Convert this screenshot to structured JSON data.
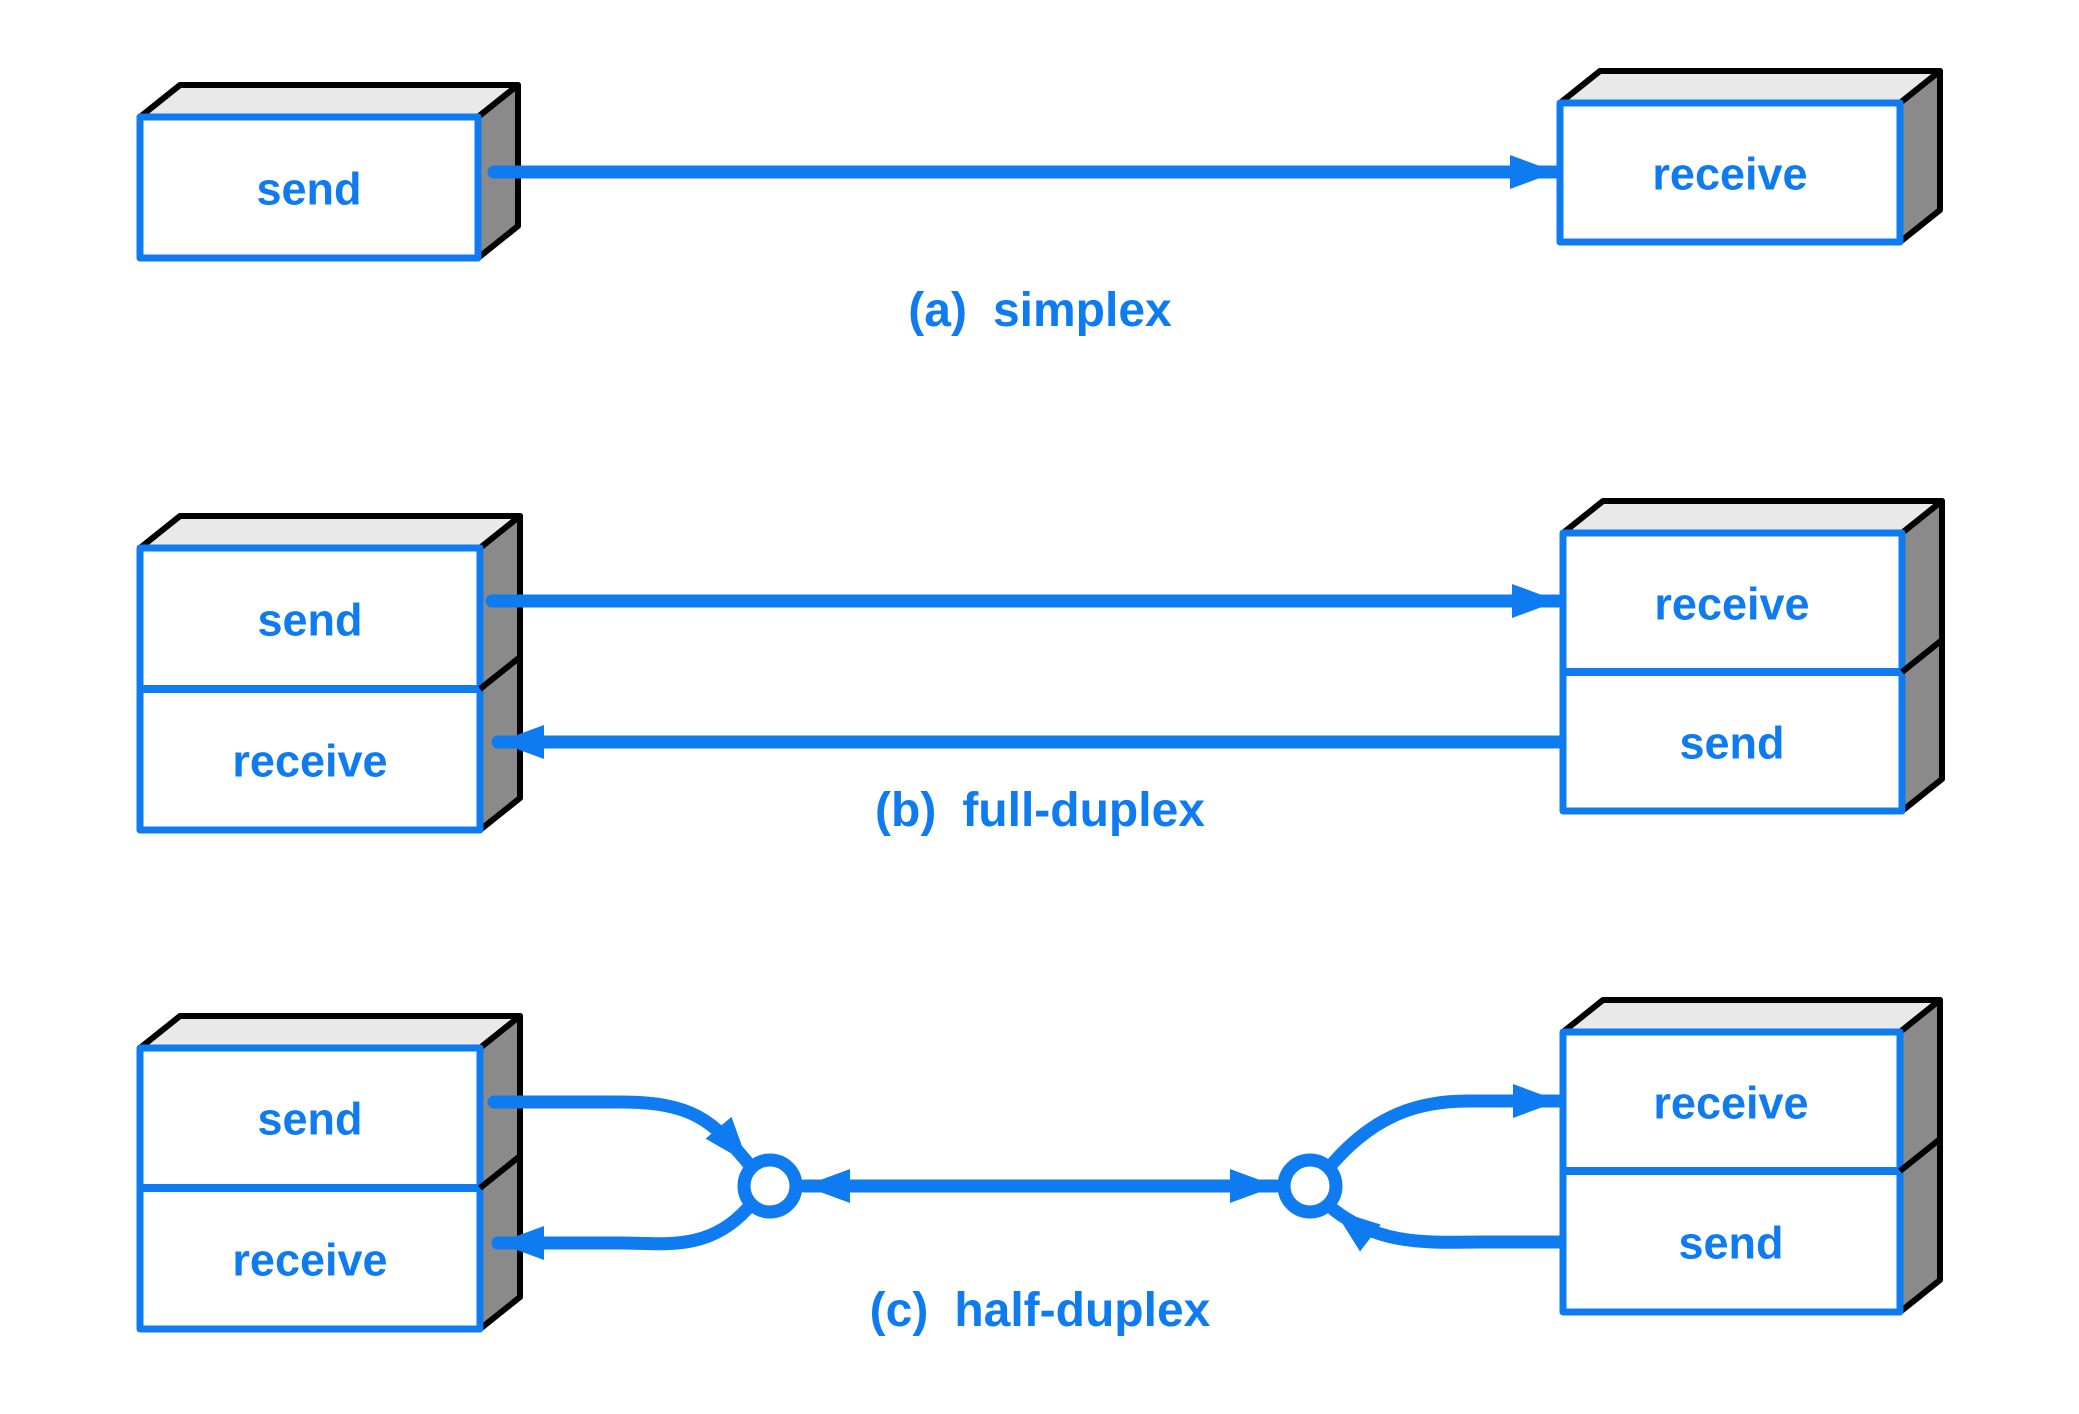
{
  "colors": {
    "accent_blue": "#0e7cf0",
    "box_top_gray": "#e9e9e9",
    "box_side_gray": "#8a8a8a",
    "edge_black": "#000000",
    "box_face_white": "#ffffff"
  },
  "sections": {
    "simplex": {
      "caption_prefix": "(a)",
      "caption_label": "simplex",
      "sender_label": "send",
      "receiver_label": "receive"
    },
    "full_duplex": {
      "caption_prefix": "(b)",
      "caption_label": "full-duplex",
      "left_box": {
        "top": "send",
        "bottom": "receive"
      },
      "right_box": {
        "top": "receive",
        "bottom": "send"
      }
    },
    "half_duplex": {
      "caption_prefix": "(c)",
      "caption_label": "half-duplex",
      "left_box": {
        "top": "send",
        "bottom": "receive"
      },
      "right_box": {
        "top": "receive",
        "bottom": "send"
      }
    }
  }
}
